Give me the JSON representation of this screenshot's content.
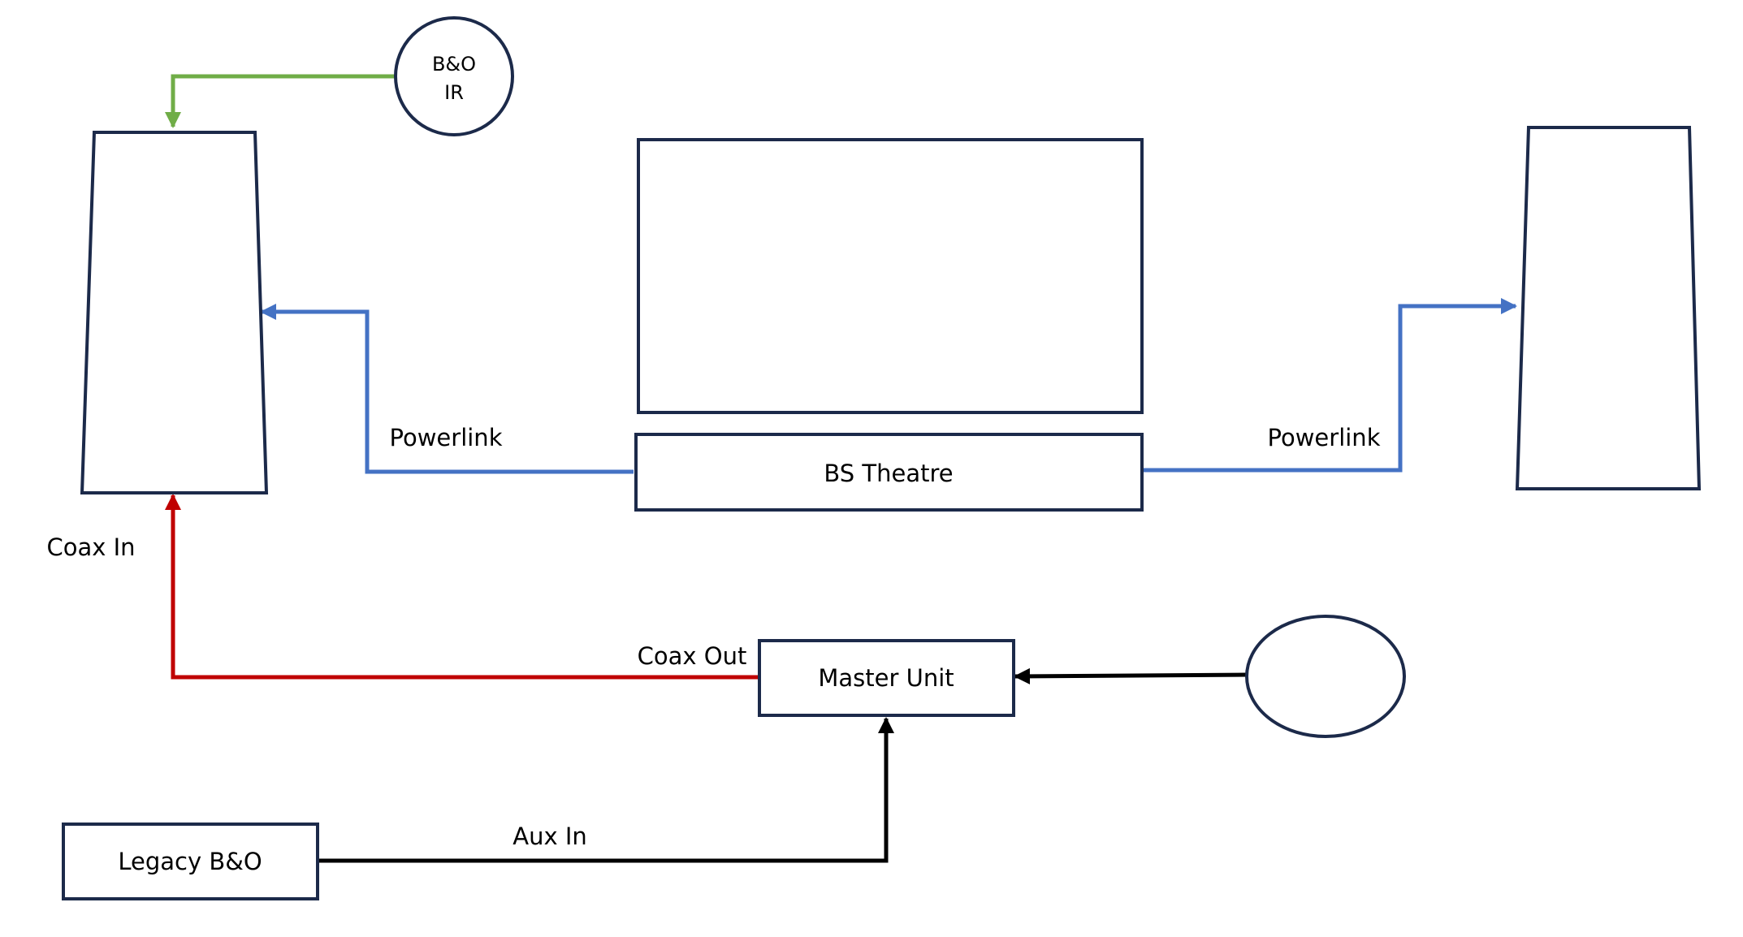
{
  "colors": {
    "node_border": "#1c2a4a",
    "ir_link": "#70ad47",
    "powerlink": "#4472c4",
    "coax": "#c00000",
    "aux": "#000000"
  },
  "nodes": {
    "ir_receiver": {
      "line1": "B&O",
      "line2": "IR"
    },
    "left_speaker": {
      "label": ""
    },
    "right_speaker": {
      "label": ""
    },
    "tv_screen": {
      "label": ""
    },
    "bs_theatre": {
      "label": "BS Theatre"
    },
    "master_unit": {
      "label": "Master Unit"
    },
    "source_circle": {
      "label": ""
    },
    "legacy_bo": {
      "label": "Legacy B&O"
    }
  },
  "edges": {
    "powerlink_left": {
      "label": "Powerlink"
    },
    "powerlink_right": {
      "label": "Powerlink"
    },
    "coax_in": {
      "label": "Coax In"
    },
    "coax_out": {
      "label": "Coax Out"
    },
    "aux_in": {
      "label": "Aux In"
    }
  }
}
